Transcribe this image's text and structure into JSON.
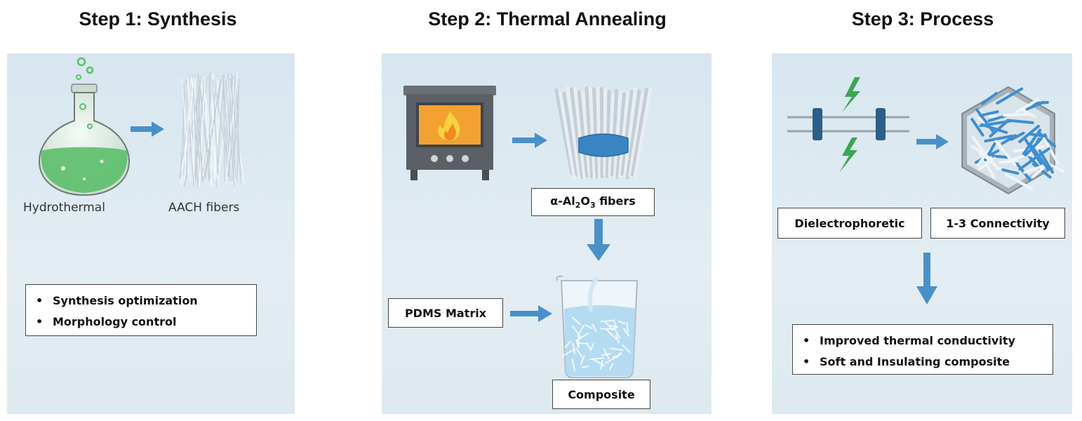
{
  "step1": {
    "title": "Step 1: Synthesis",
    "label_left": "Hydrothermal",
    "label_right": "AACH fibers",
    "bullets": [
      "Synthesis optimization",
      "Morphology control"
    ]
  },
  "step2": {
    "title": "Step 2: Thermal Annealing",
    "fiber_label": {
      "alpha": "α-Al",
      "sub1": "2",
      "mid": "O",
      "sub2": "3",
      "tail": " fibers"
    },
    "matrix_label": "PDMS Matrix",
    "composite_label": "Composite"
  },
  "step3": {
    "title": "Step 3: Process",
    "label_left": "Dielectrophoretic",
    "label_right": "1-3 Connectivity",
    "bullets": [
      "Improved thermal conductivity",
      "Soft and Insulating composite"
    ]
  },
  "colors": {
    "arrow": "#4a90c8",
    "flask_liquid": "#5cbf6a",
    "lightning": "#3ca552",
    "furnace": "#5a6066",
    "flame": "#f08a1e",
    "band": "#3a84c4",
    "composite_fibers": "#3f8ed0"
  },
  "icons": [
    "flask-icon",
    "fibers-icon",
    "furnace-icon",
    "flame-icon",
    "banded-fibers-icon",
    "beaker-icon",
    "electrodes-icon",
    "lightning-icon",
    "hexagon-composite-icon",
    "arrow-icon"
  ]
}
